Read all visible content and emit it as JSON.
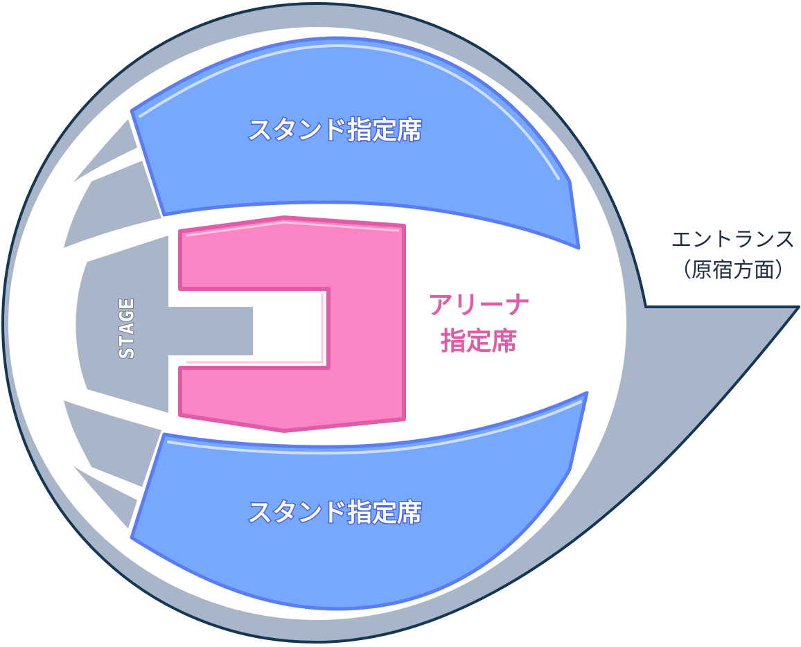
{
  "labels": {
    "stand_top": "スタンド指定席",
    "stand_bottom": "スタンド指定席",
    "arena_line1": "アリーナ",
    "arena_line2": "指定席",
    "stage": "STAGE",
    "entrance_line1": "エントランス",
    "entrance_line2": "（原宿方面）"
  },
  "colors": {
    "outer_outline": "#173654",
    "outer_ring": "#a9b6c9",
    "interior": "#ffffff",
    "gray_block": "#a9b6c9",
    "stand_fill": "#76a8ff",
    "stand_stroke": "#5b7cf3",
    "stand_highlight": "#d0dfff",
    "arena_fill": "#fb84c4",
    "arena_stroke": "#e15ca8",
    "arena_highlight": "#ffc6e4",
    "stage_fill": "#a9b6c9",
    "entrance_text": "#1f2c44"
  }
}
